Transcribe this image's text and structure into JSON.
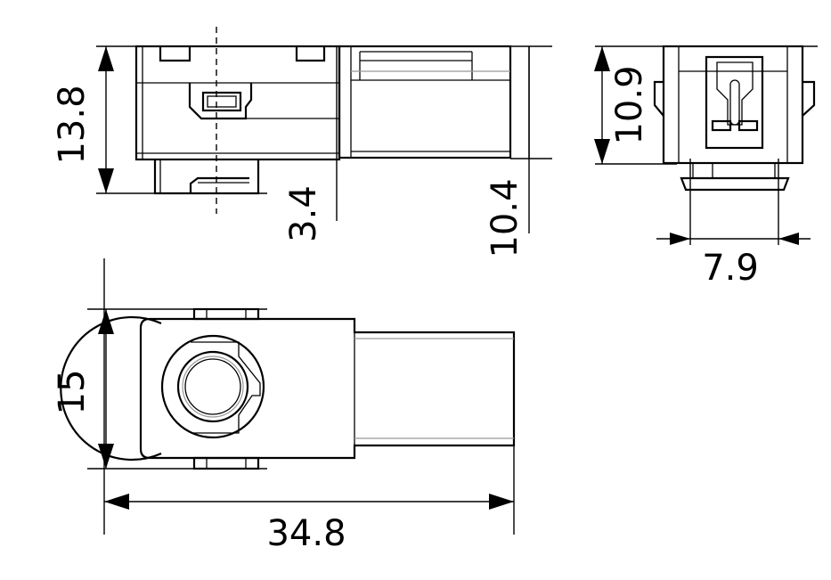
{
  "dimensions": {
    "side_height": "13.8",
    "side_lower_offset": "3.4",
    "side_body_height": "10.4",
    "front_height": "10.9",
    "front_width": "7.9",
    "top_width": "15",
    "total_length": "34.8"
  }
}
